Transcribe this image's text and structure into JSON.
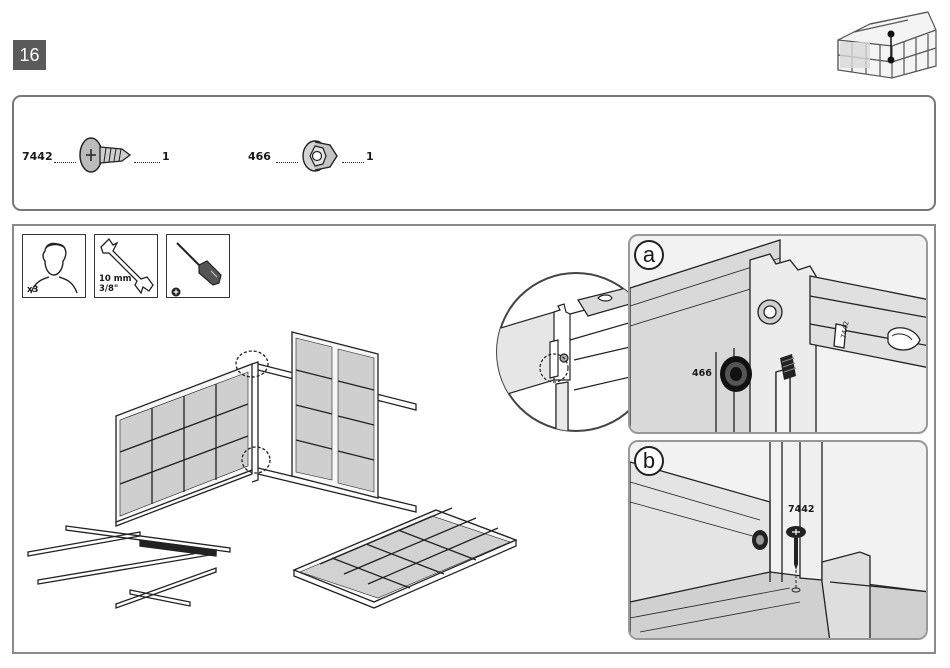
{
  "step": {
    "number": "16"
  },
  "parts": [
    {
      "code": "7442",
      "qty": "1",
      "icon": "screw-icon"
    },
    {
      "code": "466",
      "qty": "1",
      "icon": "hex-nut-icon"
    }
  ],
  "tools": [
    {
      "icon": "person-icon",
      "label": "x3"
    },
    {
      "icon": "wrench-icon",
      "label_line1": "10 mm",
      "label_line2": "3/8\""
    },
    {
      "icon": "phillips-screwdriver-icon",
      "label": "+"
    }
  ],
  "details": {
    "a": {
      "letter": "a",
      "callout": "466"
    },
    "b": {
      "letter": "b",
      "callout": "7442"
    }
  },
  "colors": {
    "badge": "#5a5a5a",
    "panel_border": "#777777",
    "line": "#1a1a1a"
  }
}
